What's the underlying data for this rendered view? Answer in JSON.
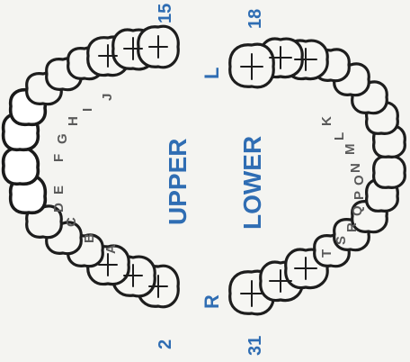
{
  "labels": {
    "upper": "UPPER",
    "lower": "LOWER",
    "right": "R",
    "left": "L",
    "num_upper_right": "2",
    "num_upper_left": "15",
    "num_lower_right": "31",
    "num_lower_left": "18"
  },
  "primary_upper": [
    "A",
    "B",
    "C",
    "D",
    "E",
    "F",
    "G",
    "H",
    "I",
    "J"
  ],
  "primary_lower": [
    "K",
    "L",
    "M",
    "N",
    "O",
    "P",
    "Q",
    "R",
    "S",
    "T"
  ],
  "colors": {
    "label_blue": "#2f6db3",
    "letter_gray": "#5a5a5a",
    "outline": "#1d1d1d",
    "background": "#f4f4f1"
  }
}
